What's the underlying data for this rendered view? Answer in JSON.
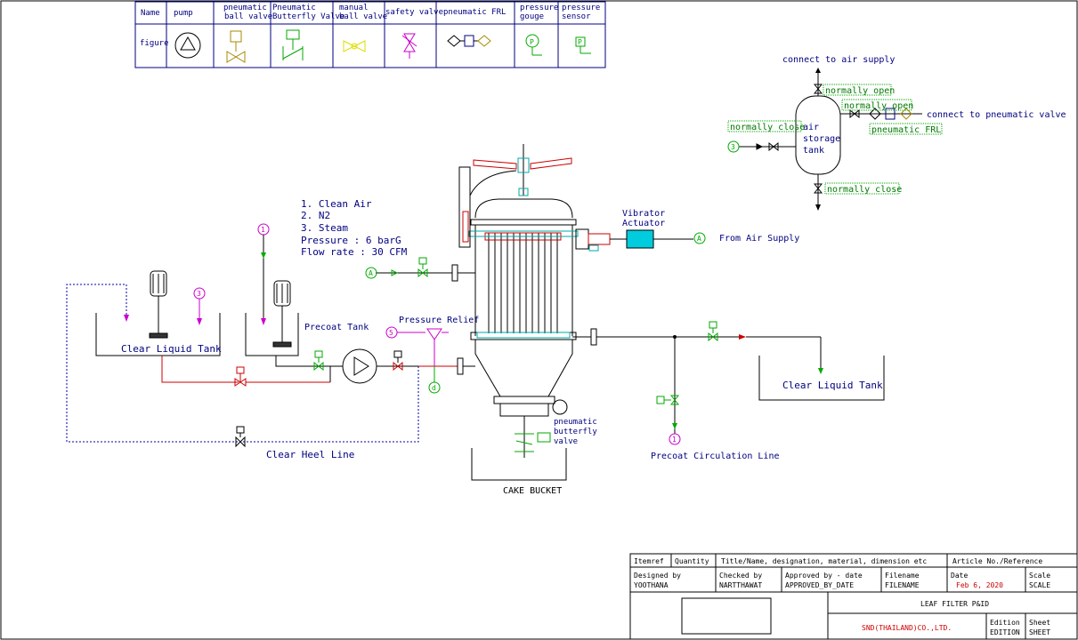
{
  "legend": {
    "row_name": "Name",
    "row_figure": "figure",
    "headers": [
      "pump",
      "pneumatic\nball valve",
      "Pneumatic\nButterfly Valve",
      "manual\nball valve",
      "safety valve",
      "pneumatic FRL",
      "pressure\ngouge",
      "pressure\nsensor"
    ]
  },
  "media": {
    "line1": "1.   Clean Air",
    "line2": "2.   N2",
    "line3": "3.   Steam",
    "line4": "Pressure : 6 barG",
    "line5": "Flow rate : 30 CFM"
  },
  "labels": {
    "clear_liquid_tank_left": "Clear Liquid Tank",
    "precoat_tank": "Precoat Tank",
    "pressure_relief": "Pressure Relief",
    "clear_heel_line": "Clear Heel Line",
    "vibrator_actuator_1": "Vibrator",
    "vibrator_actuator_2": "Actuator",
    "from_air_supply": "From Air Supply",
    "clear_liquid_tank_right": "Clear Liquid Tank",
    "precoat_circulation_line": "Precoat Circulation Line",
    "cake_bucket": "CAKE BUCKET",
    "pneumatic_butterfly_1": "pneumatic",
    "pneumatic_butterfly_2": "butterfly",
    "pneumatic_butterfly_3": "valve",
    "connect_air_supply": "connect to air supply",
    "connect_pneumatic_valve": "connect to pneumatic valve",
    "normally_open_1": "normally open",
    "normally_open_2": "normally open",
    "normally_close_1": "normally close",
    "normally_close_2": "normally close",
    "pneumatic_frl": "pneumatic FRL",
    "air_storage_1": "air",
    "air_storage_2": "storage",
    "air_storage_3": "tank",
    "node_1": "1",
    "node_3": "3",
    "node_A": "A",
    "node_d": "d",
    "node_5": "5",
    "node_p": "P"
  },
  "title_block": {
    "itemref": "Itemref",
    "quantity": "Quantity",
    "title_name": "Title/Name, designation, material, dimension etc",
    "article": "Article No./Reference",
    "designed_by_label": "Designed by",
    "designed_by": "YOOTHANA",
    "checked_by_label": "Checked by",
    "checked_by": "NARTTHAWAT",
    "approved_label": "Approved by - date",
    "approved": "APPROVED_BY_DATE",
    "filename_label": "Filename",
    "filename": "FILENAME",
    "date_label": "Date",
    "date": "Feb 6, 2020",
    "scale_label": "Scale",
    "scale": "SCALE",
    "drawing_title": "LEAF FILTER P&ID",
    "company": "SND(THAILAND)CO.,LTD.",
    "edition_label": "Edition",
    "edition": "EDITION",
    "sheet_label": "Sheet",
    "sheet": "SHEET"
  },
  "colors": {
    "line": "#000000",
    "process_red": "#cc0000",
    "utility_blue": "#0000aa",
    "valve_green": "#00aa00",
    "magenta": "#cc00cc",
    "text_blue": "#000080",
    "annotation_green": "#007700",
    "cyan": "#00aaaa",
    "yellow": "#aaaa00"
  }
}
